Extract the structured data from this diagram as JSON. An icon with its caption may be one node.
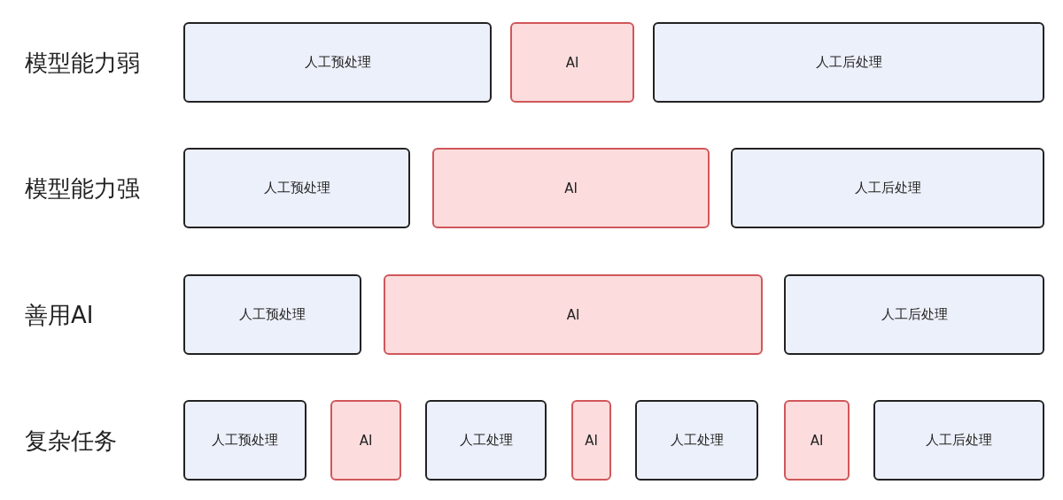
{
  "diagram": {
    "nodes": [
      {
        "text": [
          "人工预处理"
        ]
      },
      {
        "text": [
          "AI"
        ]
      },
      {
        "text": [
          "人工后处理"
        ]
      },
      {
        "text": [
          "人工预处理"
        ]
      },
      {
        "text": [
          "AI"
        ]
      },
      {
        "text": [
          "人工后处理"
        ]
      },
      {
        "text": [
          "人工预处理"
        ]
      },
      {
        "text": [
          "AI"
        ]
      },
      {
        "text": [
          "人工后处理"
        ]
      },
      {
        "text": [
          "人工预处理"
        ]
      },
      {
        "text": [
          "AI"
        ]
      },
      {
        "text": [
          "人工处理"
        ]
      },
      {
        "text": [
          "AI"
        ]
      },
      {
        "text": [
          "人工处理"
        ]
      },
      {
        "text": [
          "AI"
        ]
      },
      {
        "text": [
          "人工后处理"
        ]
      }
    ],
    "labels": [
      "模型能力弱",
      "模型能力强",
      "善用AI",
      "复杂任务"
    ]
  }
}
